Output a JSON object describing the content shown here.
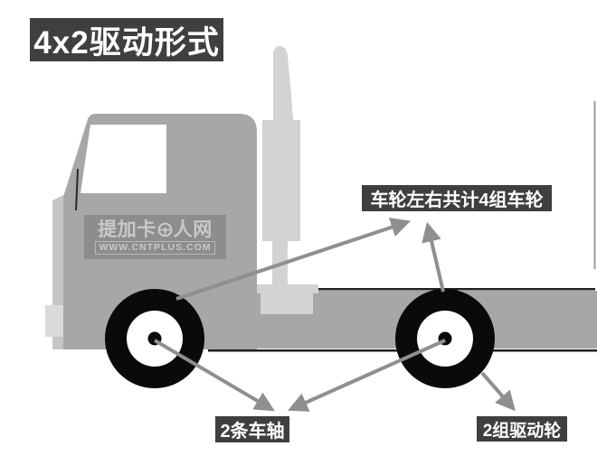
{
  "title": "4x2驱动形式",
  "watermark": {
    "brand_prefix": "提加卡",
    "brand_suffix": "人网",
    "url": "WWW.CNTPLUS.COM"
  },
  "callouts": {
    "wheels_total": "车轮左右共计4组车轮",
    "axles": "2条车轴",
    "drive_wheels": "2组驱动轮"
  },
  "colors": {
    "bg": "#ffffff",
    "label-bg": "#3f3f3f",
    "label-text": "#ffffff",
    "truck-gray": "#a7a7a7",
    "light-gray": "#d3d3d3",
    "lighter-gray": "#dadada",
    "front-strip": "#c5c5c5",
    "watermark-bg": "#8d8d8d",
    "watermark-text": "#c9c9c9",
    "arrow-gray": "#8f8f8f",
    "tire-black": "#0a0a0a",
    "outline-dark": "#1f1f1f",
    "frame-line": "#9a9a9a"
  }
}
